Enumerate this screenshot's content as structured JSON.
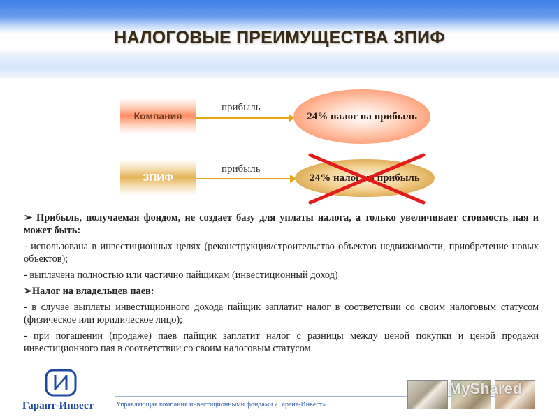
{
  "slide": {
    "title": "НАЛОГОВЫЕ ПРЕИМУЩЕСТВА ЗПИФ"
  },
  "diagram": {
    "row1": {
      "entity": "Компания",
      "arrow_label": "прибыль",
      "tax": "24% налог на прибыль",
      "crossed": false
    },
    "row2": {
      "entity": "ЗПИФ",
      "arrow_label": "прибыль",
      "tax": "24% налог на прибыль",
      "crossed": true
    }
  },
  "body": {
    "point1": "Прибыль, получаемая фондом, не создает базу для уплаты налога, а только увеличивает стоимость пая и может быть:",
    "point1_items": [
      "- использована в инвестиционных целях (реконструкция/строительство объектов недвижимости, приобретение новых объектов);",
      "- выплачена полностью или частично пайщикам (инвестиционный доход)"
    ],
    "point2": "Налог на владельцев паев:",
    "point2_items": [
      "- в случае выплаты инвестиционного дохода пайщик заплатит налог в соответствии со своим налоговым статусом (физическое или юридическое лицо);",
      "- при погашении (продаже) паев пайщик заплатит налог с разницы между ценой покупки и ценой продажи инвестиционного пая в соответствии со своим налоговым статусом"
    ]
  },
  "footer": {
    "company_name": "Гарант-Инвест",
    "tagline": "Управляющая компания инвестиционными фондами «Гарант-Инвест»",
    "watermark": "MyShared"
  },
  "colors": {
    "cross": "#e31b1b",
    "arrow": "#e8a514",
    "brand_blue": "#1f4aa0"
  }
}
